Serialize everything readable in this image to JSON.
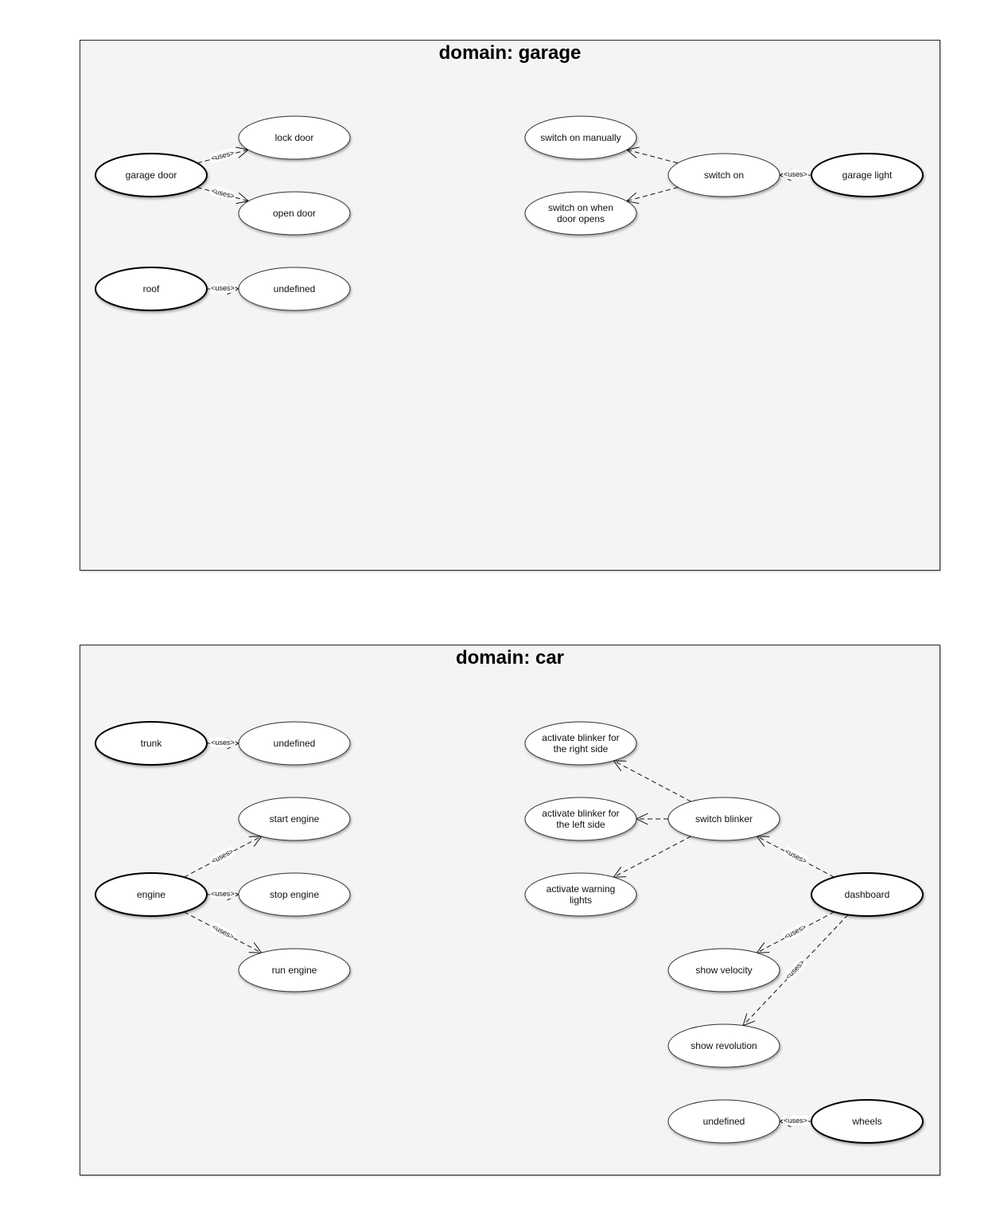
{
  "domains": [
    {
      "title": "domain: garage",
      "nodes": [
        {
          "id": "garage_door",
          "label": "garage door",
          "actor": true
        },
        {
          "id": "lock_door",
          "label": "lock door",
          "actor": false
        },
        {
          "id": "open_door",
          "label": "open door",
          "actor": false
        },
        {
          "id": "roof",
          "label": "roof",
          "actor": true
        },
        {
          "id": "undefined_g",
          "label": "undefined",
          "actor": false
        },
        {
          "id": "switch_on_manually",
          "label": "switch on manually",
          "actor": false
        },
        {
          "id": "switch_on",
          "label": "switch on",
          "actor": false
        },
        {
          "id": "switch_on_when",
          "label": "switch on when\ndoor opens",
          "actor": false
        },
        {
          "id": "garage_light",
          "label": "garage light",
          "actor": true
        }
      ],
      "edges": [
        {
          "from": "garage_door",
          "to": "lock_door",
          "label": "<uses>"
        },
        {
          "from": "garage_door",
          "to": "open_door",
          "label": "<uses>"
        },
        {
          "from": "roof",
          "to": "undefined_g",
          "label": "<uses>"
        },
        {
          "from": "garage_light",
          "to": "switch_on",
          "label": "<uses>"
        },
        {
          "from": "switch_on",
          "to": "switch_on_manually",
          "label": ""
        },
        {
          "from": "switch_on",
          "to": "switch_on_when",
          "label": ""
        }
      ]
    },
    {
      "title": "domain: car",
      "nodes": [
        {
          "id": "trunk",
          "label": "trunk",
          "actor": true
        },
        {
          "id": "undefined_c1",
          "label": "undefined",
          "actor": false
        },
        {
          "id": "start_engine",
          "label": "start engine",
          "actor": false
        },
        {
          "id": "engine",
          "label": "engine",
          "actor": true
        },
        {
          "id": "stop_engine",
          "label": "stop engine",
          "actor": false
        },
        {
          "id": "run_engine",
          "label": "run engine",
          "actor": false
        },
        {
          "id": "act_right",
          "label": "activate blinker for\nthe right side",
          "actor": false
        },
        {
          "id": "act_left",
          "label": "activate blinker for\nthe left side",
          "actor": false
        },
        {
          "id": "act_warning",
          "label": "activate warning\nlights",
          "actor": false
        },
        {
          "id": "switch_blinker",
          "label": "switch blinker",
          "actor": false
        },
        {
          "id": "dashboard",
          "label": "dashboard",
          "actor": true
        },
        {
          "id": "show_velocity",
          "label": "show velocity",
          "actor": false
        },
        {
          "id": "show_revolution",
          "label": "show revolution",
          "actor": false
        },
        {
          "id": "undefined_c2",
          "label": "undefined",
          "actor": false
        },
        {
          "id": "wheels",
          "label": "wheels",
          "actor": true
        }
      ],
      "edges": [
        {
          "from": "trunk",
          "to": "undefined_c1",
          "label": "<uses>"
        },
        {
          "from": "engine",
          "to": "start_engine",
          "label": "<uses>"
        },
        {
          "from": "engine",
          "to": "stop_engine",
          "label": "<uses>"
        },
        {
          "from": "engine",
          "to": "run_engine",
          "label": "<uses>"
        },
        {
          "from": "switch_blinker",
          "to": "act_right",
          "label": ""
        },
        {
          "from": "switch_blinker",
          "to": "act_left",
          "label": ""
        },
        {
          "from": "switch_blinker",
          "to": "act_warning",
          "label": ""
        },
        {
          "from": "dashboard",
          "to": "switch_blinker",
          "label": "<uses>"
        },
        {
          "from": "dashboard",
          "to": "show_velocity",
          "label": "<uses>"
        },
        {
          "from": "dashboard",
          "to": "show_revolution",
          "label": "<uses>"
        },
        {
          "from": "wheels",
          "to": "undefined_c2",
          "label": "<uses>"
        }
      ]
    }
  ]
}
